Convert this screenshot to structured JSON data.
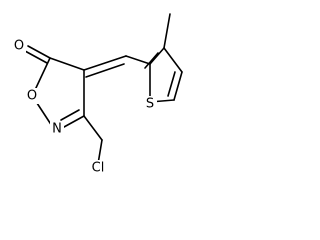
{
  "atoms": {
    "carbonyl_oxygen": "O",
    "ring_oxygen": "O",
    "ring_nitrogen": "N",
    "sulfur": "S",
    "chlorine": "Cl"
  }
}
